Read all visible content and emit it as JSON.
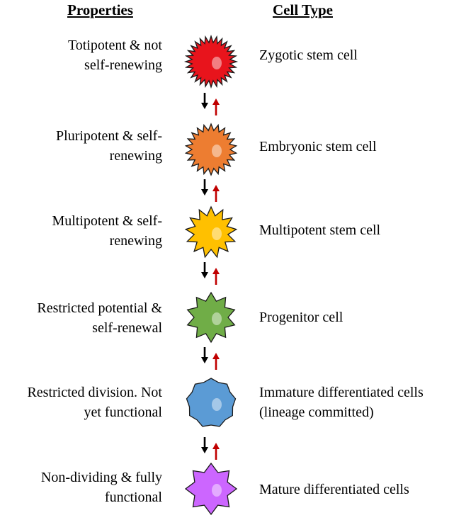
{
  "headers": {
    "properties": "Properties",
    "cell_type": "Cell Type"
  },
  "rows": [
    {
      "property_lines": [
        "Totipotent & not",
        "self-renewing"
      ],
      "cell_lines": [
        "Zygotic stem cell"
      ],
      "color": "#e8141c",
      "icon": "spiky-cell-icon"
    },
    {
      "property_lines": [
        "Pluripotent & self-",
        "renewing"
      ],
      "cell_lines": [
        "Embryonic stem cell"
      ],
      "color": "#ed7d31",
      "icon": "spiky-cell-icon"
    },
    {
      "property_lines": [
        "Multipotent & self-",
        "renewing"
      ],
      "cell_lines": [
        "Multipotent stem cell"
      ],
      "color": "#ffc000",
      "icon": "spiky-cell-icon"
    },
    {
      "property_lines": [
        "Restricted potential &",
        "self-renewal"
      ],
      "cell_lines": [
        "Progenitor cell"
      ],
      "color": "#70ad47",
      "icon": "spiky-cell-icon"
    },
    {
      "property_lines": [
        "Restricted division. Not",
        "yet functional"
      ],
      "cell_lines": [
        "Immature differentiated cells",
        "(lineage committed)"
      ],
      "color": "#5b9bd5",
      "icon": "polygon-cell-icon"
    },
    {
      "property_lines": [
        "Non-dividing & fully",
        "functional"
      ],
      "cell_lines": [
        "Mature differentiated cells"
      ],
      "color": "#cc66ff",
      "icon": "star-cell-icon"
    }
  ],
  "arrow_colors": {
    "down": "#000000",
    "up": "#c00000"
  },
  "arrow_icons": {
    "down": "down-arrow-icon",
    "up": "up-arrow-icon"
  }
}
